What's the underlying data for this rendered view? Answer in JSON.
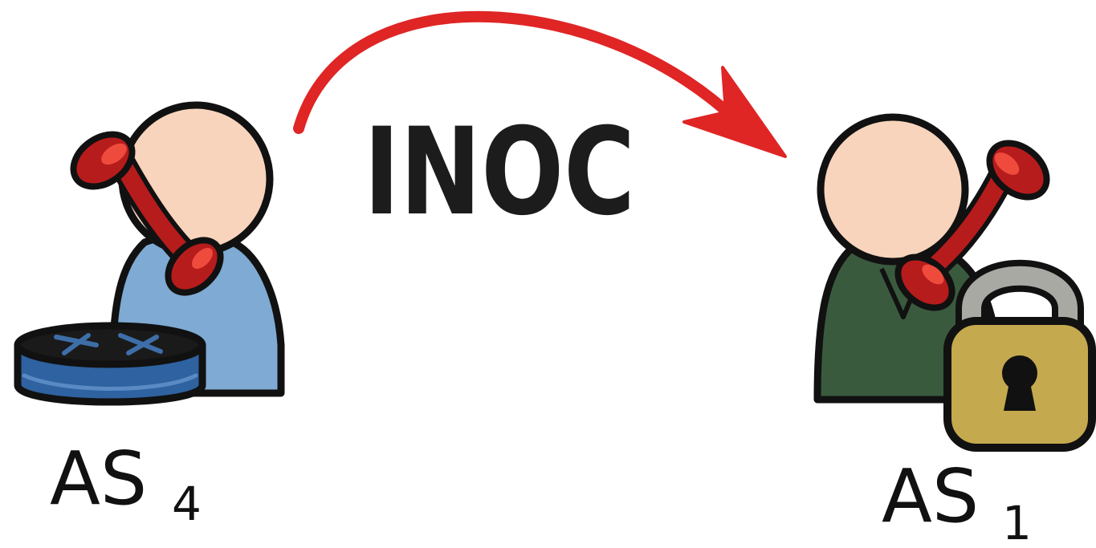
{
  "diagram": {
    "arrow_label": "INOC",
    "left_party": {
      "label_main": "AS",
      "label_sub": "4",
      "shirt_color": "#7eaad3",
      "device": "router-icon",
      "device_color": "#2e62a0"
    },
    "right_party": {
      "label_main": "AS",
      "label_sub": "1",
      "shirt_color": "#3a5a3e",
      "device": "padlock-icon",
      "lock_color": "#c4a94e"
    },
    "colors": {
      "skin": "#f8d4bc",
      "phone": "#b71c1c",
      "phone_highlight": "#ef4b3c",
      "arrow": "#e02525",
      "outline": "#111111"
    }
  }
}
